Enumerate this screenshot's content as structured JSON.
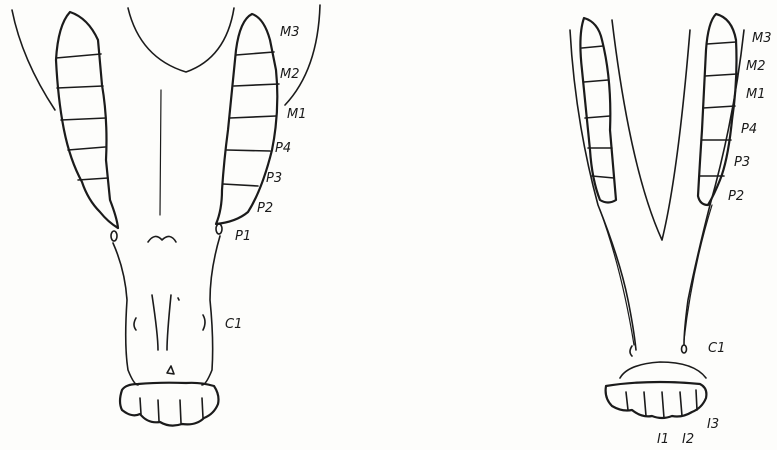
{
  "upper_jaw": {
    "labels": {
      "m3": "M3",
      "m2": "M2",
      "m1": "M1",
      "p4": "P4",
      "p3": "P3",
      "p2": "P2",
      "p1": "P1",
      "c1": "C1"
    }
  },
  "lower_jaw": {
    "labels": {
      "m3": "M3",
      "m2": "M2",
      "m1": "M1",
      "p4": "P4",
      "p3": "P3",
      "p2": "P2",
      "c1": "C1",
      "i1": "I1",
      "i2": "I2",
      "i3": "I3"
    }
  }
}
